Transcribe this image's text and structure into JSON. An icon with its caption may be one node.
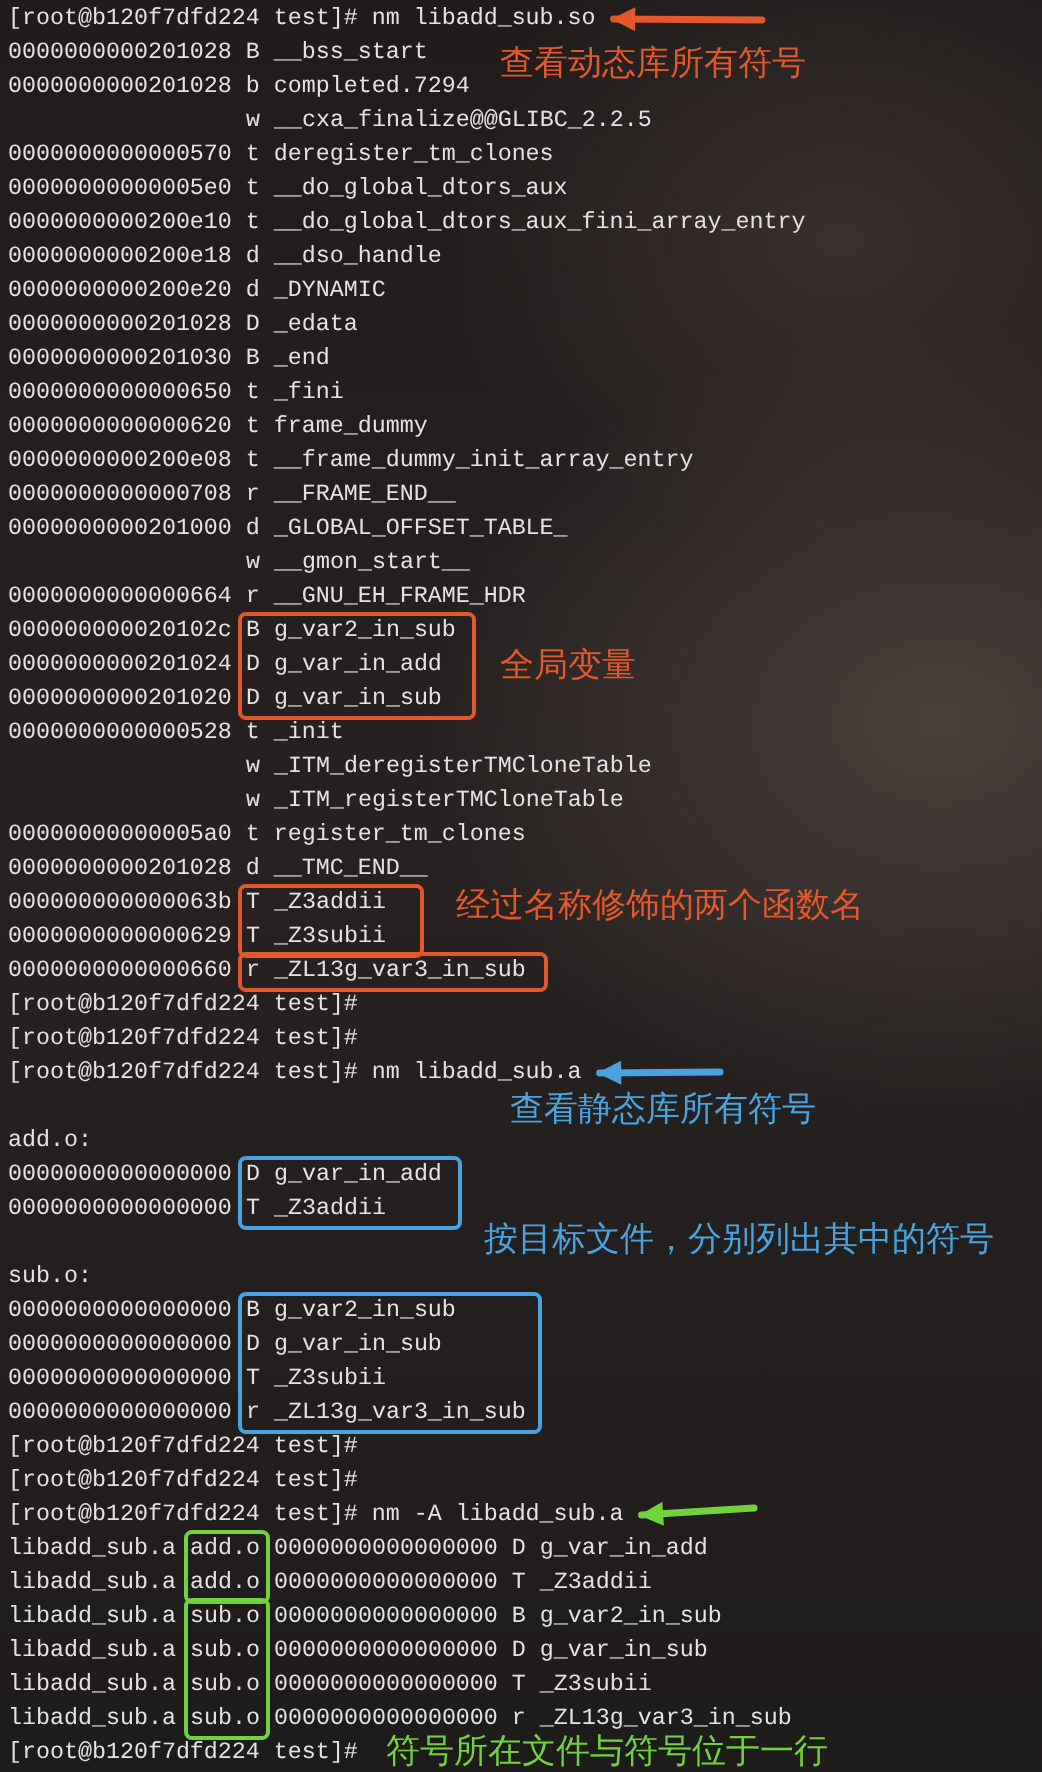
{
  "diagram": {
    "nodes": [
      {
        "text": [
          "[root@b120f7dfd224 test]# nm libadd_sub.so"
        ],
        "beside": [
          "查看动态库所有符号"
        ]
      },
      {
        "text": [
          "B g_var2_in_sub",
          "D g_var_in_add",
          "D g_var_in_sub"
        ],
        "beside": [
          "全局变量"
        ]
      },
      {
        "text": [
          "T _Z3addii",
          "T _Z3subii"
        ],
        "beside": [
          "经过名称修饰的两个函数名"
        ]
      },
      {
        "text": [
          "r _ZL13g_var3_in_sub"
        ]
      },
      {
        "text": [
          "[root@b120f7dfd224 test]# nm libadd_sub.a"
        ],
        "beside": [
          "查看静态库所有符号"
        ]
      },
      {
        "text": [
          "D g_var_in_add",
          "T _Z3addii"
        ],
        "beside": [
          "按目标文件，分别列出其中的符号"
        ]
      },
      {
        "text": [
          "B g_var2_in_sub",
          "D g_var_in_sub",
          "T _Z3subii",
          "r _ZL13g_var3_in_sub"
        ]
      },
      {
        "text": [
          "[root@b120f7dfd224 test]# nm -A libadd_sub.a"
        ]
      },
      {
        "text": [
          "add.o",
          "add.o"
        ]
      },
      {
        "text": [
          "sub.o",
          "sub.o",
          "sub.o",
          "sub.o"
        ],
        "beside": [
          "符号所在文件与符号位于一行"
        ]
      }
    ],
    "edges": [
      {
        "from": null,
        "to": 0,
        "arrow": "to",
        "color": "#e2572b"
      },
      {
        "from": null,
        "to": 4,
        "arrow": "to",
        "color": "#4aa3df"
      },
      {
        "from": null,
        "to": 7,
        "arrow": "to",
        "color": "#72d23c"
      }
    ],
    "labels": [
      "0000000000201028 B __bss_start",
      "0000000000201028 b completed.7294",
      "w __cxa_finalize@@GLIBC_2.2.5",
      "0000000000000570 t deregister_tm_clones",
      "00000000000005e0 t __do_global_dtors_aux",
      "0000000000200e10 t __do_global_dtors_aux_fini_array_entry",
      "0000000000200e18 d __dso_handle",
      "0000000000200e20 d _DYNAMIC",
      "0000000000201028 D _edata",
      "0000000000201030 B _end",
      "0000000000000650 t _fini",
      "0000000000000620 t frame_dummy",
      "0000000000200e08 t __frame_dummy_init_array_entry",
      "0000000000000708 r __FRAME_END__",
      "0000000000201000 d _GLOBAL_OFFSET_TABLE_",
      "w __gmon_start__",
      "0000000000000664 r __GNU_EH_FRAME_HDR",
      "000000000020102c",
      "0000000000201024",
      "0000000000201020",
      "0000000000000528 t _init",
      "w _ITM_deregisterTMCloneTable",
      "w _ITM_registerTMCloneTable",
      "00000000000005a0 t register_tm_clones",
      "0000000000201028 d __TMC_END__",
      "000000000000063b",
      "0000000000000629",
      "0000000000000660",
      "[root@b120f7dfd224 test]#",
      "[root@b120f7dfd224 test]#",
      "add.o:",
      "0000000000000000",
      "0000000000000000",
      "sub.o:",
      "0000000000000000",
      "0000000000000000",
      "0000000000000000",
      "0000000000000000",
      "[root@b120f7dfd224 test]#",
      "[root@b120f7dfd224 test]#",
      "libadd_sub.a",
      "0000000000000000 D g_var_in_add",
      "libadd_sub.a",
      "0000000000000000 T _Z3addii",
      "libadd_sub.a",
      "0000000000000000 B g_var2_in_sub",
      "libadd_sub.a",
      "0000000000000000 D g_var_in_sub",
      "libadd_sub.a",
      "0000000000000000 T _Z3subii",
      "libadd_sub.a",
      "0000000000000000 r _ZL13g_var3_in_sub",
      "[root@b120f7dfd224 test]#"
    ]
  }
}
